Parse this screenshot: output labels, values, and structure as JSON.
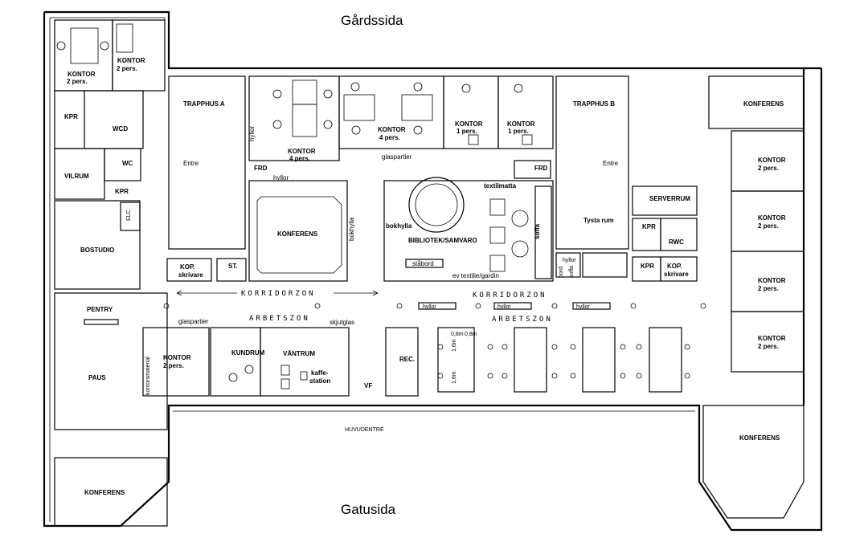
{
  "title_top": "Gårdssida",
  "title_bottom": "Gatusida",
  "entrance": "HUVUDENTRÉ",
  "rooms": {
    "kontor_2pers": "KONTOR",
    "pers2": "2 pers.",
    "pers4": "4 pers.",
    "pers1": "1 pers.",
    "kpr": "KPR",
    "wcd": "WCD",
    "wc": "WC",
    "vilrum": "VILRUM",
    "elc": "ELC",
    "bostudio": "BOSTUDIO",
    "pentry": "PENTRY",
    "paus": "PAUS",
    "konferens": "KONFERENS",
    "trapphus_a": "TRAPPHUS A",
    "trapphus_b": "TRAPPHUS B",
    "entre": "Entre",
    "frd": "FRD",
    "kop": "KOP.",
    "skrivare": "skrivare",
    "st": "ST.",
    "bibliotek": "BIBLIOTEK/SAMVARO",
    "serverrum": "SERVERRUM",
    "tysta_rum": "Tysta rum",
    "rwc": "RWC",
    "kundrum": "KUNDRUM",
    "vantrum": "VÄNTRUM",
    "kaffe": "kaffe-",
    "station": "station",
    "vf": "VF",
    "rec": "REC.",
    "kontorsmaterial": "kontorsmaterial"
  },
  "labels": {
    "hyllor": "hyllor",
    "glaspartier": "glaspartier",
    "textilmatta": "textilmatta",
    "bokhylla": "bokhylla",
    "soffa": "soffa",
    "stabord": "ståbord",
    "ev_textilie": "ev textilie/gardin",
    "bord": "bord",
    "skjutglas": "skjutglas",
    "korridorzon": "KORRIDORZON",
    "arbetszon": "ARBETSZON",
    "dim_08": "0,8m",
    "dim_16": "1,6m"
  }
}
